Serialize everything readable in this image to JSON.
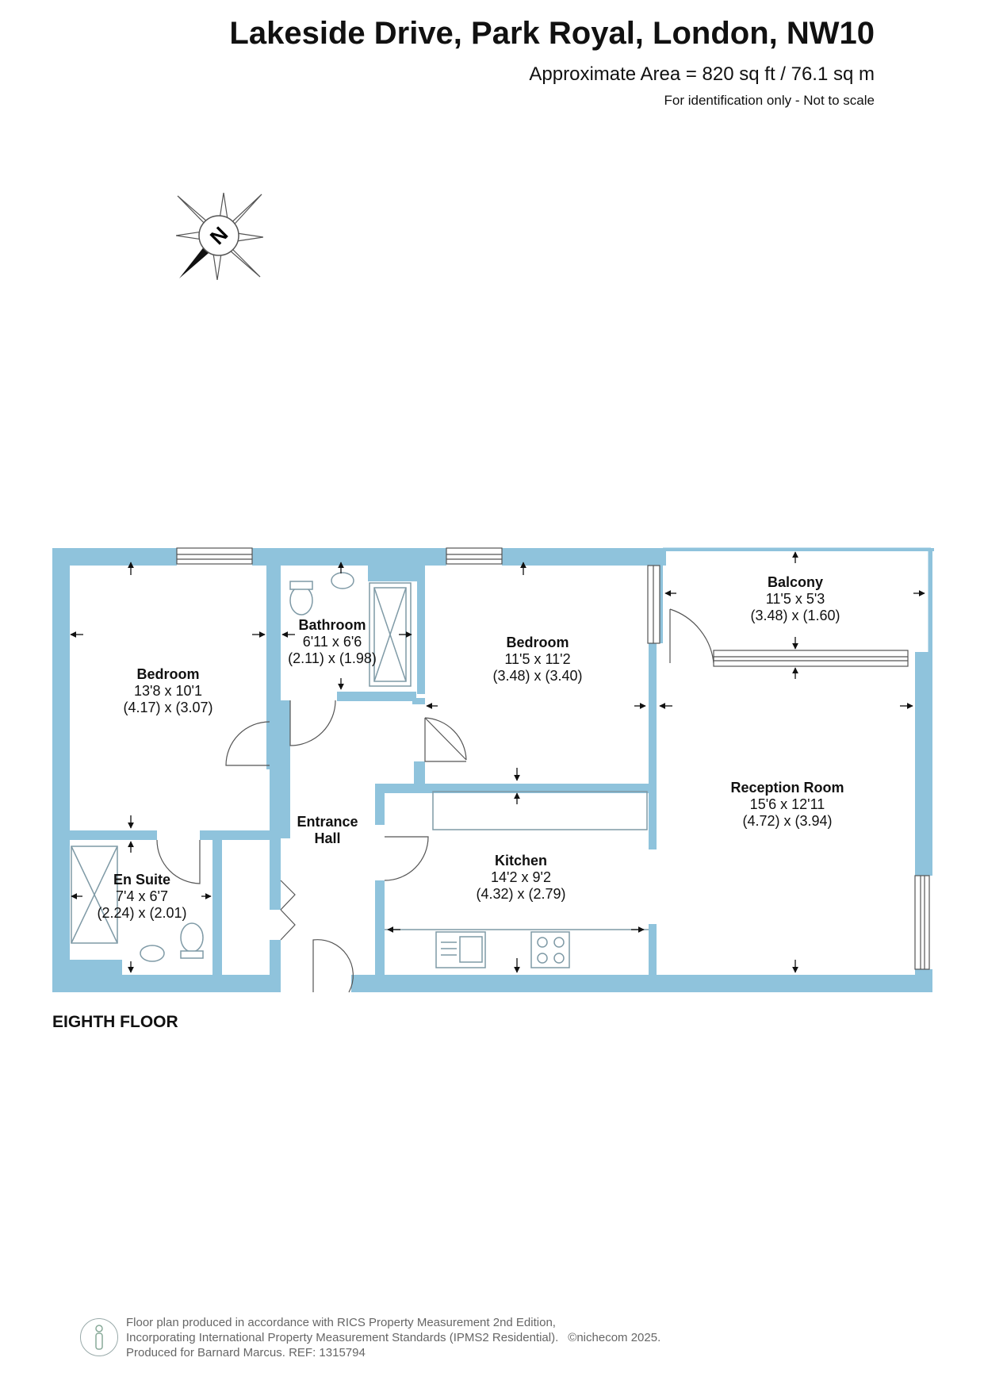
{
  "header": {
    "title": "Lakeside Drive, Park Royal, London, NW10",
    "area": "Approximate Area = 820 sq ft / 76.1 sq m",
    "note": "For identification only - Not to scale"
  },
  "compass": {
    "label": "N"
  },
  "floor": {
    "label": "EIGHTH FLOOR"
  },
  "colors": {
    "wall": "#8fc3dc",
    "fixture": "#7f9aa6"
  },
  "rooms": [
    {
      "name": "Bedroom",
      "dims": "13'8 x 10'1",
      "metric": "(4.17) x (3.07)"
    },
    {
      "name": "Bathroom",
      "dims": "6'11 x 6'6",
      "metric": "(2.11) x (1.98)"
    },
    {
      "name": "Bedroom",
      "dims": "11'5 x 11'2",
      "metric": "(3.48) x (3.40)"
    },
    {
      "name": "Balcony",
      "dims": "11'5 x 5'3",
      "metric": "(3.48) x (1.60)"
    },
    {
      "name": "Reception Room",
      "dims": "15'6 x 12'11",
      "metric": "(4.72) x (3.94)"
    },
    {
      "name": "Entrance Hall",
      "dims": "",
      "metric": ""
    },
    {
      "name": "Kitchen",
      "dims": "14'2 x 9'2",
      "metric": "(4.32) x (2.79)"
    },
    {
      "name": "En Suite",
      "dims": "7'4 x 6'7",
      "metric": "(2.24) x (2.01)"
    }
  ],
  "footer": {
    "line1": "Floor plan produced in accordance with RICS Property Measurement 2nd Edition,",
    "line2": "Incorporating International Property Measurement Standards (IPMS2 Residential).",
    "line3": "Produced for Barnard Marcus.   REF: 1315794",
    "copyright": "©nichecom 2025."
  }
}
